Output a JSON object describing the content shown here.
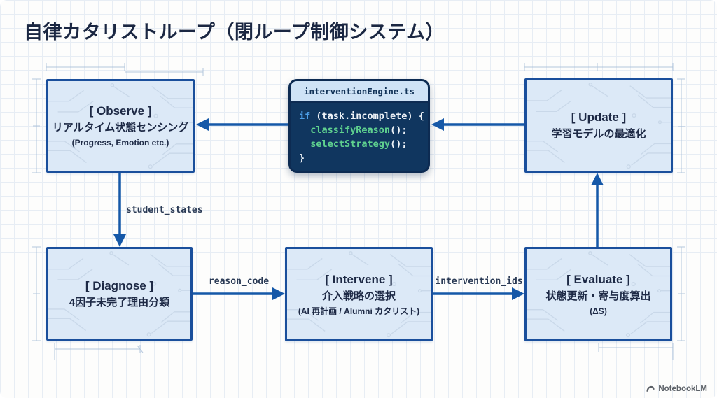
{
  "title": "自律カタリストループ（閉ループ制御システム）",
  "nodes": {
    "observe": {
      "title": "[ Observe ]",
      "line1": "リアルタイム状態センシング",
      "line2": "(Progress, Emotion etc.)"
    },
    "update": {
      "title": "[ Update ]",
      "line1": "学習モデルの最適化"
    },
    "diagnose": {
      "title": "[ Diagnose ]",
      "line1": "4因子未完了理由分類"
    },
    "intervene": {
      "title": "[ Intervene ]",
      "line1": "介入戦略の選択",
      "line2": "(AI 再計画 / Alumni カタリスト)"
    },
    "evaluate": {
      "title": "[ Evaluate ]",
      "line1": "状態更新・寄与度算出",
      "line2": "(ΔS)"
    }
  },
  "code": {
    "filename": "interventionEngine.ts",
    "l1_kw": "if",
    "l1_rest": " (task.incomplete) {",
    "l2_indent": "  ",
    "l2_fn": "classifyReason",
    "l2_rest": "();",
    "l3_indent": "  ",
    "l3_fn": "selectStrategy",
    "l3_rest": "();",
    "l4": "}"
  },
  "edges": {
    "observe_to_diagnose": "student_states",
    "diagnose_to_intervene": "reason_code",
    "intervene_to_evaluate": "intervention_ids"
  },
  "footer": {
    "brand": "NotebookLM"
  },
  "colors": {
    "accent": "#1558a8",
    "box_fill": "#dce9f7",
    "box_border": "#1a4f9c",
    "code_bg": "#10365f",
    "code_keyword": "#4d9fe8",
    "code_function": "#5fd18f",
    "code_text": "#eef3f8",
    "dimension_lines": "#a4bcd6"
  }
}
